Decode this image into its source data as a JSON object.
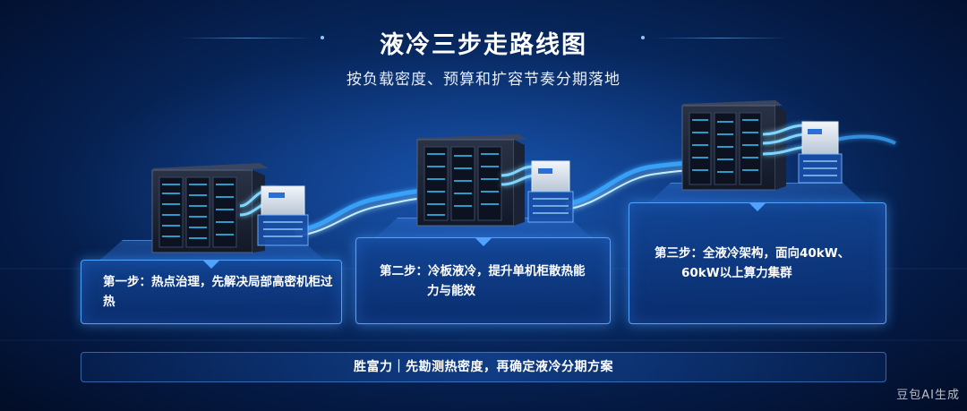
{
  "header": {
    "title": "液冷三步走路线图",
    "subtitle": "按负载密度、预算和扩容节奏分期落地"
  },
  "steps": [
    {
      "text": "第一步：热点治理，先解决局部高密机柜过热"
    },
    {
      "line1": "第二步：冷板液冷，提升单机柜散热能",
      "line2": "力与能效"
    },
    {
      "line1": "第三步：全液冷架构，面向40kW、",
      "line2": "60kW以上算力集群"
    }
  ],
  "footer": {
    "text": "胜富力｜先勘测热密度，再确定液冷分期方案"
  },
  "watermark": {
    "text": "豆包AI生成"
  },
  "colors": {
    "accent": "#4fa3ff",
    "pipe_glow": "#5fd0ff",
    "background": "#082a63"
  },
  "icons": [
    "server-rack-icon",
    "cdu-unit-icon",
    "liquid-pipe-icon"
  ]
}
